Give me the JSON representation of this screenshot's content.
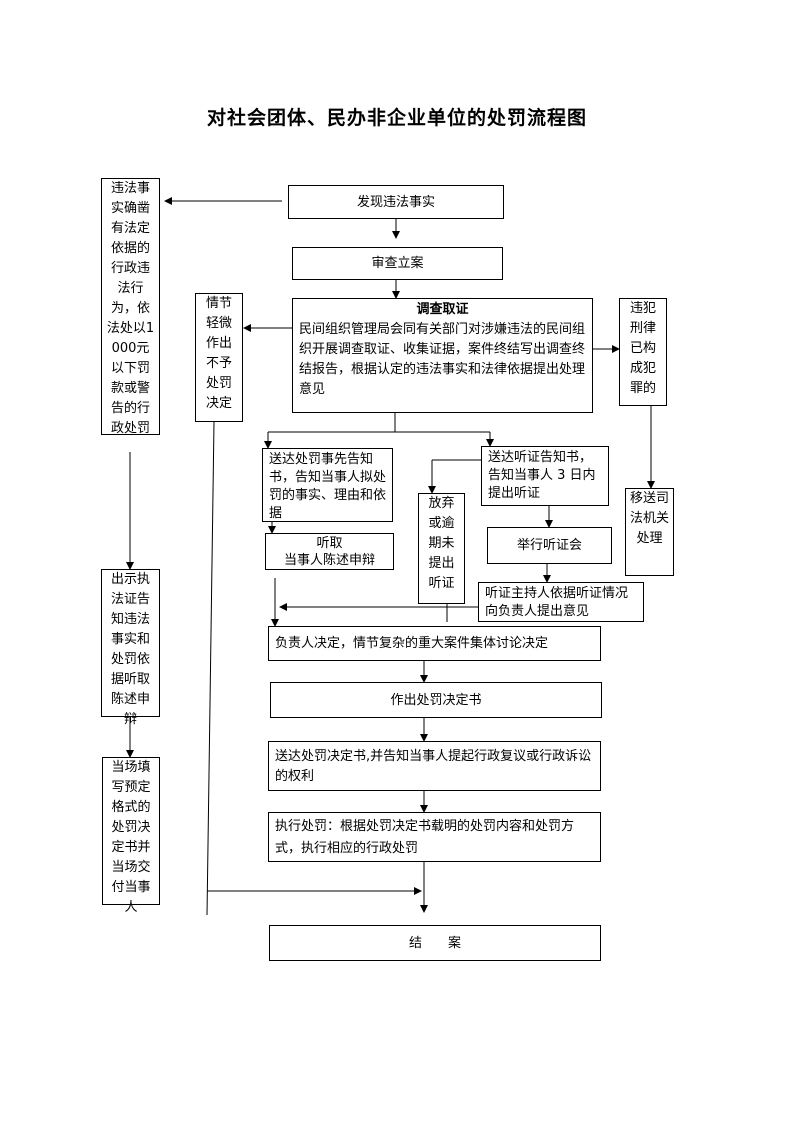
{
  "title": "对社会团体、民办非企业单位的处罚流程图",
  "nodes": {
    "discover": "发现违法事实",
    "review": "审查立案",
    "investigate_title": "调查取证",
    "investigate_body": "民间组织管理局会同有关部门对涉嫌违法的民间组织开展调查取证、收集证据，案件终结写出调查终结报告，根据认定的违法事实和法律依据提出处理意见",
    "simple_penalty": "违法事实确凿有法定依据的行政违法行为，依法处以1000元以下罚款或警告的行政处罚",
    "minor": "情节轻微作出不予处罚决定",
    "crime": "违犯刑律已构成犯罪的",
    "transfer": "移送司法机关处理",
    "notify_prior": "送达处罚事先告知书，告知当事人拟处罚的事实、理由和依据",
    "hear_statement": "听取\n当事人陈述申辩",
    "waive": "放弃或逾期未提出听证",
    "notify_hearing": "送达听证告知书，告知当事人 3 日内提出听证",
    "hold_hearing": "举行听证会",
    "hearing_report": "听证主持人依据听证情况向负责人提出意见",
    "decide": "负责人决定，情节复杂的重大案件集体讨论决定",
    "issue": "作出处罚决定书",
    "deliver": "送达处罚决定书,并告知当事人提起行政复议或行政诉讼的权利",
    "execute": "执行处罚：根据处罚决定书载明的处罚内容和处罚方式，执行相应的行政处罚",
    "close": "结　　案",
    "show_cert": "出示执法证告知违法事实和处罚依据听取陈述申辩",
    "fill_form": "当场填写预定格式的处罚决定书并当场交付当事人"
  }
}
